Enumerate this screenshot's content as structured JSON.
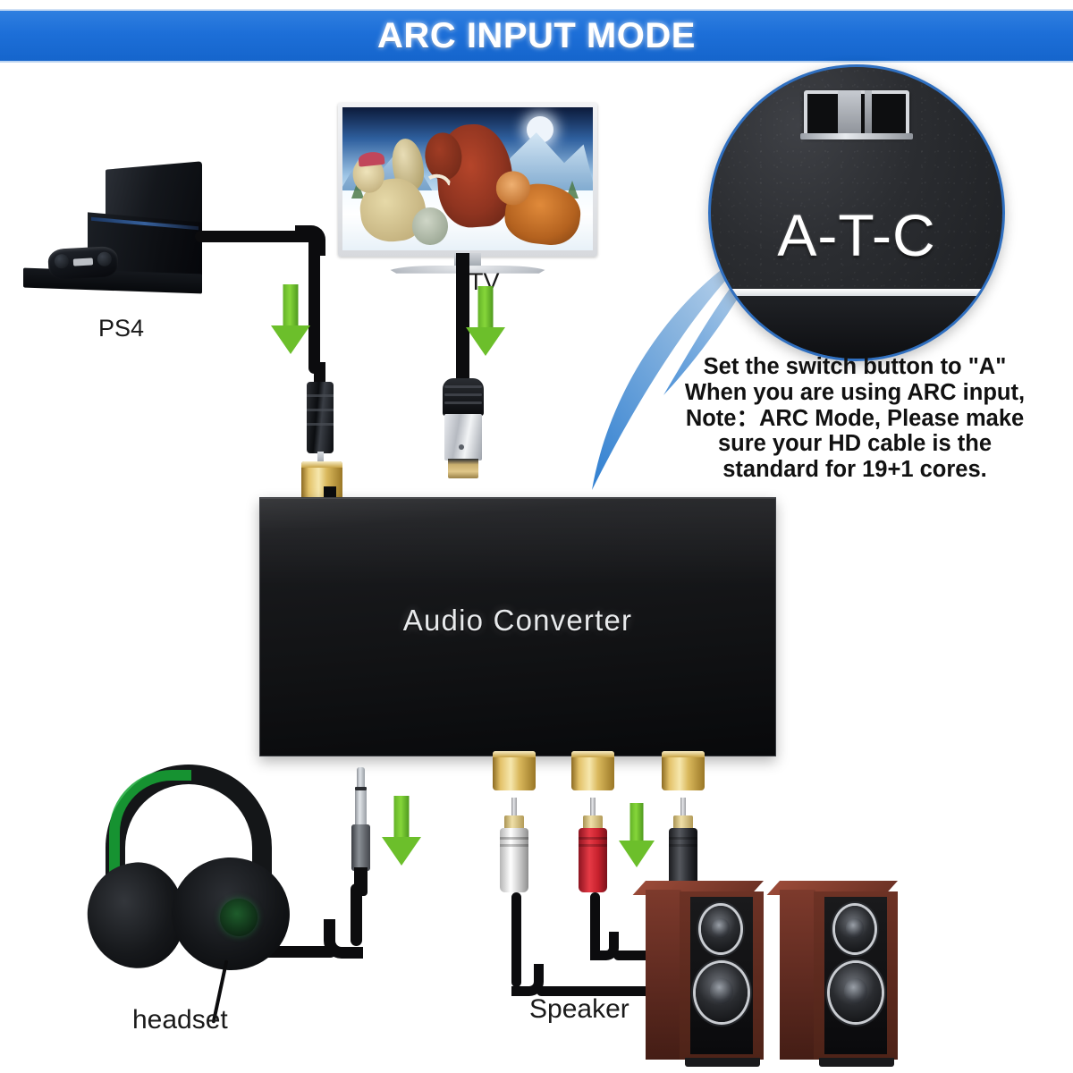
{
  "banner": {
    "title": "ARC INPUT MODE",
    "bg_color": "#1d6fd8",
    "text_color": "#ffffff"
  },
  "devices": {
    "ps4_label": "PS4",
    "tv_label": "TV",
    "headset_label": "headset",
    "speaker_label": "Speaker",
    "converter_brand": "Audio Converter"
  },
  "callout": {
    "switch_label": "A-T-C",
    "switch_position": "A",
    "circle_border_color": "#2f6fc0",
    "pointer_color": "#4a8fd4"
  },
  "instructions": {
    "line1": "Set the switch button to \"A\"",
    "line2": "When you are using ARC input,",
    "line3": "Note：ARC Mode,  Please make",
    "line4": "sure your HD      cable is the",
    "line5": "standard for 19+1 cores."
  },
  "arrows": {
    "color": "#6cbf2b",
    "count": 4,
    "targets": [
      "optical-input-port",
      "hdmi-arc-input-port",
      "aux-3.5mm-output",
      "rca-output-ports"
    ]
  },
  "connectors": {
    "optical": "Toslink optical plug",
    "hdmi": "HDMI ARC plug",
    "aux": "3.5mm stereo plug",
    "rca_colors": [
      "#ffffff",
      "#e73a45",
      "#1b1c1f"
    ]
  },
  "tv_screen": {
    "scene": "animated ice age characters on snowy mountain landscape"
  }
}
